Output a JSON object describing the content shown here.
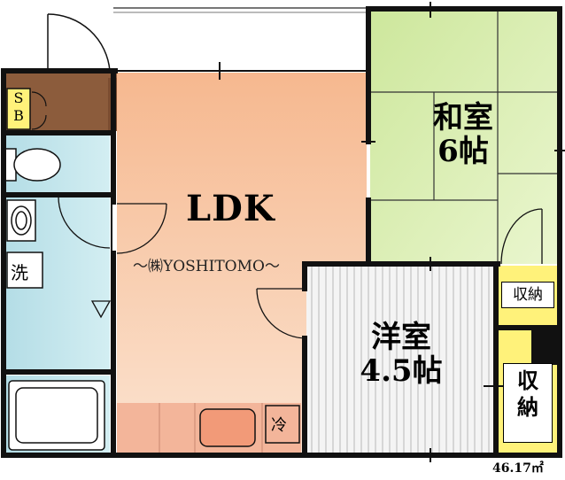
{
  "rooms": {
    "washitsu_name": "和室",
    "washitsu_size": "6帖",
    "ldk": "LDK",
    "youshitsu_name": "洋室",
    "youshitsu_size": "4.5帖",
    "shuno_small": "収納",
    "shuno_large_top": "収",
    "shuno_large_bottom": "納"
  },
  "fixtures": {
    "shoebox_s": "S",
    "shoebox_b": "B",
    "washer": "洗",
    "fridge": "冷"
  },
  "watermark": "～㈱YOSHITOMO～",
  "total_area": "46.17㎡",
  "colors": {
    "wall": "#111111",
    "ldk_floor": "#f8c9a6",
    "tatami": "#d5efa6",
    "wet_area": "#bfe3ea",
    "youshitsu_floor": "#ececec",
    "storage": "#fff27a",
    "kitchen_counter": "#f3b59a",
    "entrance": "#8c5c3c"
  }
}
